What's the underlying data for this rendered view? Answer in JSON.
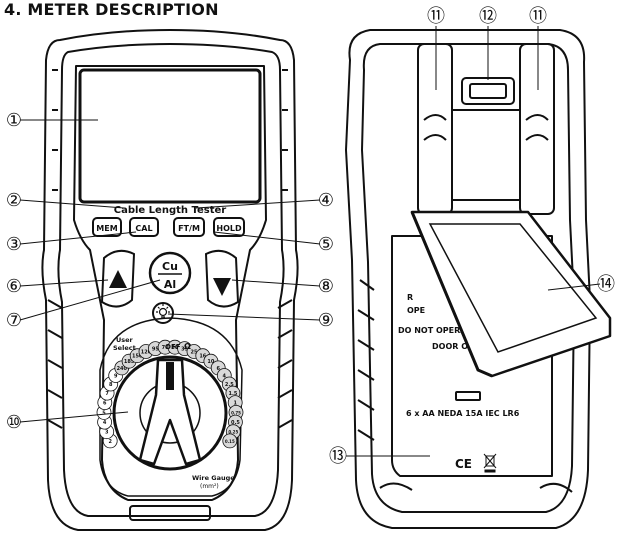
{
  "title": "4. METER DESCRIPTION",
  "front": {
    "model_label": "Cable Length Tester",
    "buttons": {
      "mem": "MEM",
      "cal": "CAL",
      "ftm": "FT/M",
      "hold": "HOLD"
    },
    "material_top": "Cu",
    "material_bottom": "Al",
    "user_select_line1": "User",
    "user_select_line2": "Select",
    "dial_off": "OFF",
    "dial_ohm": "Ω",
    "dial_ring": [
      "2",
      "3",
      "4",
      "5",
      "6",
      "7",
      "8",
      "9",
      "240",
      "185",
      "150",
      "120",
      "95",
      "70",
      "50",
      "35",
      "25",
      "16",
      "10",
      "6",
      "4",
      "2.5",
      "1.5",
      "1",
      "0.75",
      "0.5",
      "0.25",
      "0.15"
    ],
    "dial_user_numbers": [
      "1",
      "2",
      "3",
      "4",
      "5",
      "6",
      "7",
      "8",
      "9"
    ],
    "wire_gauge_line1": "Wire Gauge",
    "wire_gauge_line2": "(mm²)"
  },
  "back": {
    "warning_fragment_1": "R",
    "warning_fragment_2": "OPE",
    "warning_line": "DO NOT OPERATE",
    "warning_line_2": "DOOR OPEN.",
    "battery_text": "6 x AA NEDA 15A IEC LR6",
    "ce_mark": "CE"
  },
  "callouts": [
    "①",
    "②",
    "③",
    "④",
    "⑤",
    "⑥",
    "⑦",
    "⑧",
    "⑨",
    "⑩",
    "⑪",
    "⑫",
    "⑪",
    "⑬",
    "⑭"
  ]
}
